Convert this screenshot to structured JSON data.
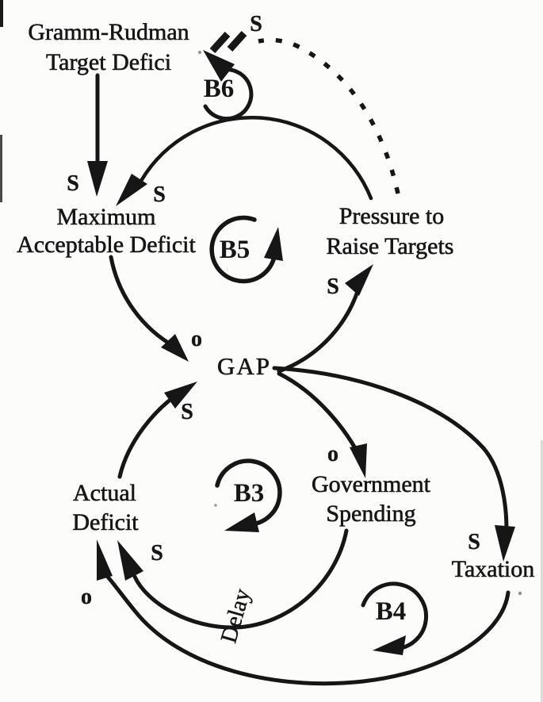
{
  "colors": {
    "ink": "#161616",
    "paper": "#fcfcfb"
  },
  "nodes": {
    "gramm_rudman": {
      "line1": "Gramm-Rudman",
      "line2": "Target Defici"
    },
    "max_acceptable_deficit": {
      "line1": "Maximum",
      "line2": "Acceptable Deficit"
    },
    "pressure_to_raise_targets": {
      "line1": "Pressure to",
      "line2": "Raise Targets"
    },
    "gap": {
      "label": "GAP"
    },
    "actual_deficit": {
      "line1": "Actual",
      "line2": "Deficit"
    },
    "government_spending": {
      "line1": "Government",
      "line2": "Spending"
    },
    "taxation": {
      "label": "Taxation"
    }
  },
  "loops": {
    "b3": "B3",
    "b4": "B4",
    "b5": "B5",
    "b6": "B6"
  },
  "polarities": {
    "gramm_to_max": "S",
    "pressure_to_max": "S",
    "max_to_gap": "o",
    "actual_to_gap": "S",
    "gap_to_pressure": "S",
    "gap_to_government": "o",
    "gap_to_taxation": "S",
    "government_to_actual": "S",
    "taxation_to_actual": "o",
    "pressure_to_gramm": "S"
  },
  "annotations": {
    "delay": "Delay"
  }
}
